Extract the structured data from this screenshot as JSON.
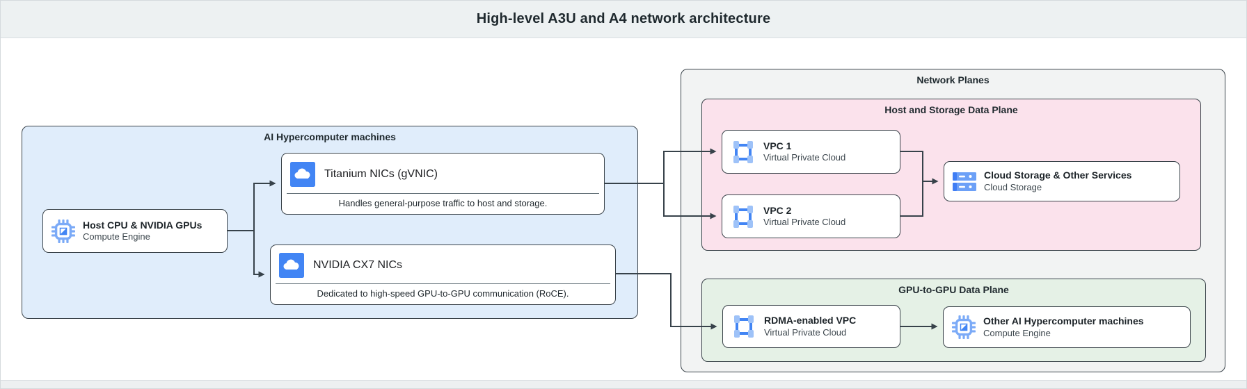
{
  "page": {
    "title": "High-level A3U and A4 network architecture"
  },
  "groups": {
    "ai_machines": {
      "label": "AI Hypercomputer machines",
      "fill": "#e0edfb"
    },
    "network_planes": {
      "label": "Network Planes",
      "fill": "#f2f3f3"
    },
    "host_storage_plane": {
      "label": "Host and Storage Data Plane",
      "fill": "#fbe2ec"
    },
    "gpu_plane": {
      "label": "GPU-to-GPU Data Plane",
      "fill": "#e5f1e6"
    }
  },
  "nodes": {
    "host_cpu": {
      "title": "Host CPU & NVIDIA GPUs",
      "subtitle": "Compute Engine",
      "icon": "compute-engine-chip-icon"
    },
    "titanium_nic": {
      "title": "Titanium NICs (gVNIC)",
      "description": "Handles general-purpose traffic to host and storage.",
      "icon": "cloud-icon"
    },
    "cx7_nic": {
      "title": "NVIDIA CX7 NICs",
      "description": "Dedicated to high-speed GPU-to-GPU communication (RoCE).",
      "icon": "cloud-icon"
    },
    "vpc1": {
      "title": "VPC 1",
      "subtitle": "Virtual Private Cloud",
      "icon": "vpc-icon"
    },
    "vpc2": {
      "title": "VPC 2",
      "subtitle": "Virtual Private Cloud",
      "icon": "vpc-icon"
    },
    "cloud_storage": {
      "title": "Cloud Storage & Other Services",
      "subtitle": "Cloud Storage",
      "icon": "cloud-storage-icon"
    },
    "rdma_vpc": {
      "title": "RDMA-enabled VPC",
      "subtitle": "Virtual Private Cloud",
      "icon": "vpc-icon"
    },
    "other_machines": {
      "title": "Other AI Hypercomputer machines",
      "subtitle": "Compute Engine",
      "icon": "compute-engine-chip-icon"
    }
  },
  "colors": {
    "arrow": "#37424a",
    "icon_blue": "#4285f4",
    "icon_blue_light": "#9ec2f8",
    "title_bar_bg": "#edf1f2"
  }
}
